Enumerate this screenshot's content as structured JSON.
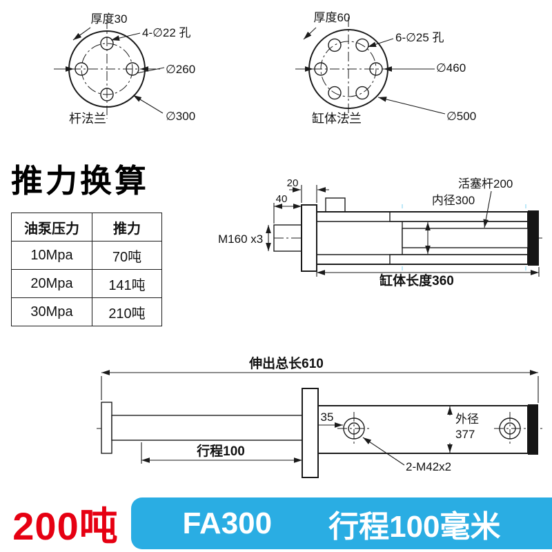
{
  "flanges": {
    "left": {
      "thickness": "厚度30",
      "holes": "4-∅22 孔",
      "bolt_circle": "∅260",
      "outer": "∅300",
      "name": "杆法兰"
    },
    "right": {
      "thickness": "厚度60",
      "holes": "6-∅25 孔",
      "bolt_circle": "∅460",
      "outer": "∅500",
      "name": "缸体法兰"
    }
  },
  "thrust": {
    "title": "推力换算",
    "col_pressure": "油泵压力",
    "col_force": "推力",
    "rows": [
      {
        "pressure": "10Mpa",
        "force": "70吨"
      },
      {
        "pressure": "20Mpa",
        "force": "141吨"
      },
      {
        "pressure": "30Mpa",
        "force": "210吨"
      }
    ]
  },
  "side_view": {
    "flange_thickness": "20",
    "step": "40",
    "thread": "M160 x3",
    "piston_rod": "活塞杆200",
    "bore": "内径300",
    "body_length": "缸体长度360"
  },
  "extended_view": {
    "total_length": "伸出总长610",
    "port_offset": "35",
    "stroke": "行程100",
    "outer_dia_label": "外径",
    "outer_dia_value": "377",
    "port_thread": "2-M42x2"
  },
  "footer": {
    "tonnage": "200吨",
    "model": "FA300",
    "stroke": "行程100毫米"
  },
  "colors": {
    "banner_blue": "#2aade3",
    "accent_red": "#e60012"
  }
}
